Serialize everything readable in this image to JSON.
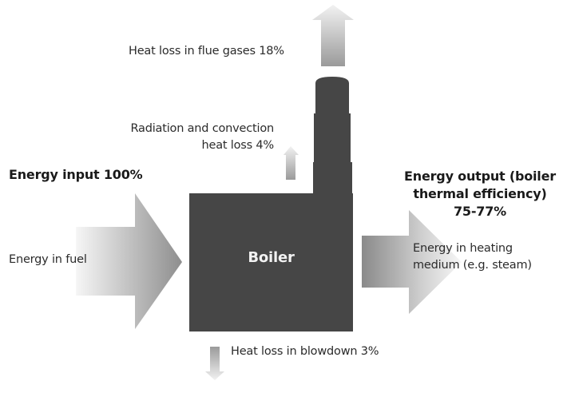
{
  "title": "Boiler energy balance",
  "colors": {
    "boiler_fill": "#464646",
    "arrow_dark": "#8a8a8a",
    "arrow_light": "#f4f4f4",
    "text": "#2b2b2b",
    "boiler_text": "#f2f2f2"
  },
  "nodes": {
    "boiler": {
      "label": "Boiler"
    }
  },
  "flows": {
    "input": {
      "heading": "Energy input 100%",
      "label": "Energy in fuel",
      "percent": 100,
      "direction": "right"
    },
    "output": {
      "heading_lines": [
        "Energy output (boiler",
        "thermal efficiency)",
        "75-77%"
      ],
      "label_lines": [
        "Energy in heating",
        "medium (e.g. steam)"
      ],
      "percent_range": [
        75,
        77
      ],
      "direction": "right"
    },
    "flue_gases": {
      "label": "Heat loss in flue gases 18%",
      "percent": 18,
      "direction": "up"
    },
    "radiation_convection": {
      "label_lines": [
        "Radiation and convection",
        "heat loss 4%"
      ],
      "percent": 4,
      "direction": "up"
    },
    "blowdown": {
      "label": "Heat loss in blowdown 3%",
      "percent": 3,
      "direction": "down"
    }
  }
}
